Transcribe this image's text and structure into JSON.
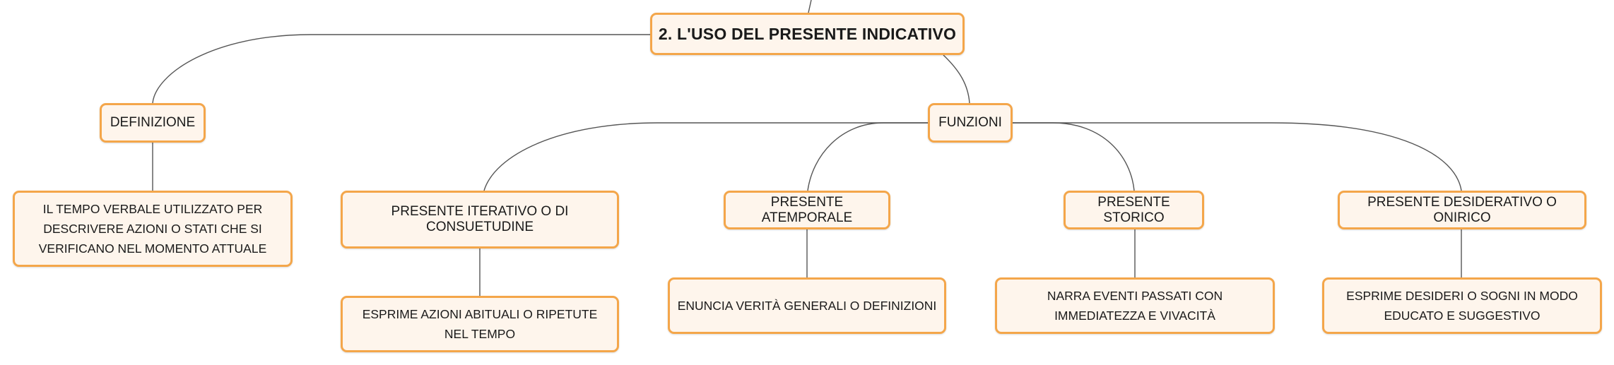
{
  "root": {
    "label": "2. L'USO DEL PRESENTE INDICATIVO"
  },
  "definizione": {
    "label": "DEFINIZIONE",
    "detail": "IL TEMPO VERBALE UTILIZZATO PER DESCRIVERE AZIONI O STATI CHE SI VERIFICANO NEL MOMENTO ATTUALE"
  },
  "funzioni": {
    "label": "FUNZIONI",
    "items": [
      {
        "label": "PRESENTE ITERATIVO O DI CONSUETUDINE",
        "detail": "ESPRIME AZIONI ABITUALI O RIPETUTE NEL TEMPO"
      },
      {
        "label": "PRESENTE ATEMPORALE",
        "detail": "ENUNCIA VERITÀ GENERALI O DEFINIZIONI"
      },
      {
        "label": "PRESENTE STORICO",
        "detail": "NARRA EVENTI PASSATI CON IMMEDIATEZZA E VIVACITÀ"
      },
      {
        "label": "PRESENTE DESIDERATIVO O ONIRICO",
        "detail": "ESPRIME DESIDERI O SOGNI IN MODO EDUCATO E SUGGESTIVO"
      }
    ]
  },
  "colors": {
    "border": "#f4a64a",
    "fill": "#fef5ec",
    "line": "#555555"
  }
}
